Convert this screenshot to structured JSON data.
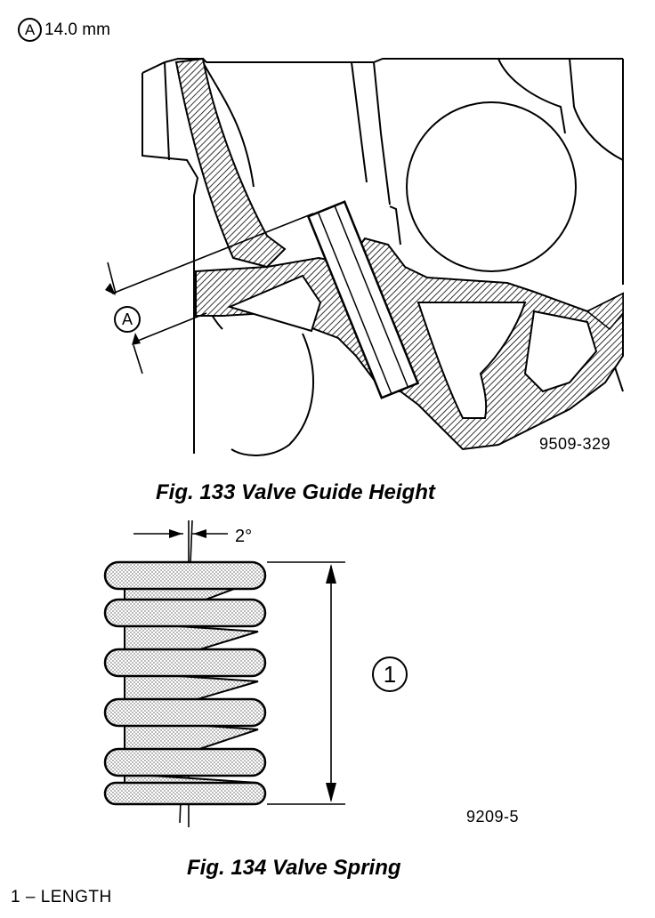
{
  "spec": {
    "callout_letter": "A",
    "value": "14.0 mm"
  },
  "fig133": {
    "callout_letter": "A",
    "figure_number": "9509-329",
    "caption": "Fig. 133 Valve Guide Height"
  },
  "fig134": {
    "angle_label": "2°",
    "callout_number": "1",
    "figure_number": "9209-5",
    "caption": "Fig. 134 Valve Spring"
  },
  "legend": {
    "text": "1 – LENGTH"
  },
  "colors": {
    "ink": "#000000",
    "paper": "#ffffff",
    "hatch": "#000000",
    "stipple": "#9a9a9a"
  }
}
